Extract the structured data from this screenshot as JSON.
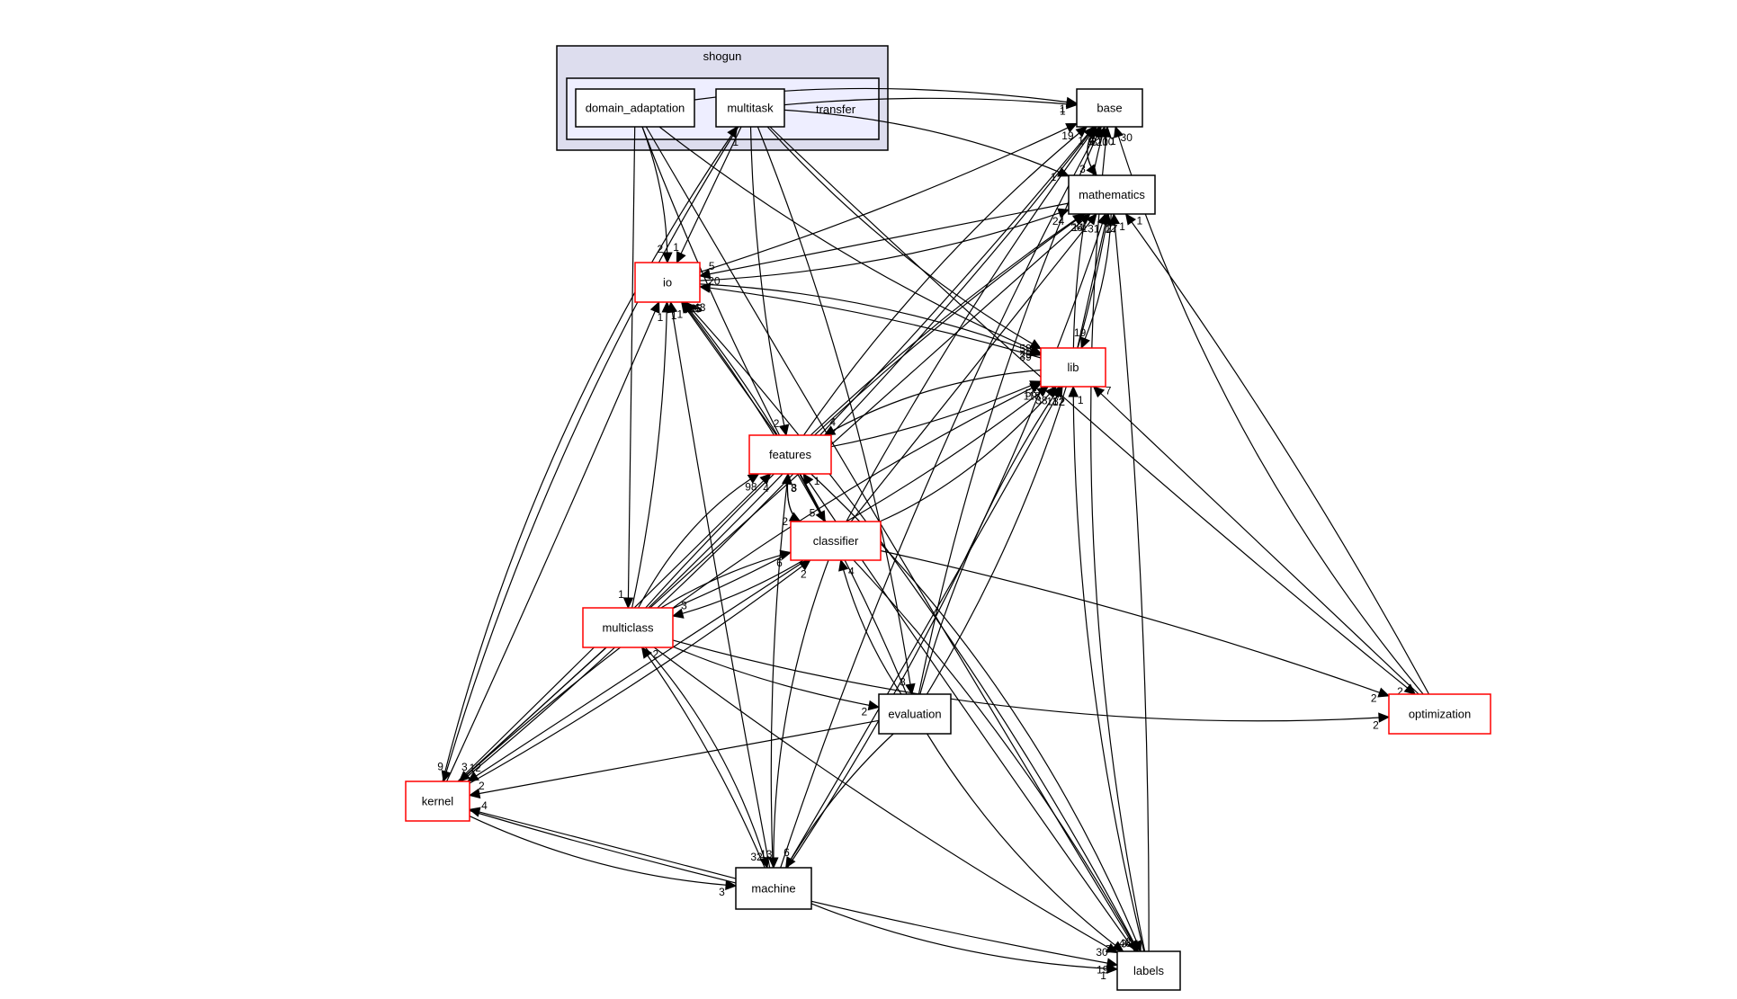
{
  "graph": {
    "outer_cluster_label": "shogun",
    "inner_cluster_label": "transfer",
    "nodes": {
      "domain_adaptation": {
        "label": "domain_adaptation",
        "border": "black"
      },
      "multitask": {
        "label": "multitask",
        "border": "black"
      },
      "base": {
        "label": "base",
        "border": "black"
      },
      "mathematics": {
        "label": "mathematics",
        "border": "black"
      },
      "io": {
        "label": "io",
        "border": "red"
      },
      "lib": {
        "label": "lib",
        "border": "red"
      },
      "features": {
        "label": "features",
        "border": "red"
      },
      "classifier": {
        "label": "classifier",
        "border": "red"
      },
      "multiclass": {
        "label": "multiclass",
        "border": "red"
      },
      "evaluation": {
        "label": "evaluation",
        "border": "black"
      },
      "optimization": {
        "label": "optimization",
        "border": "red"
      },
      "kernel": {
        "label": "kernel",
        "border": "red"
      },
      "machine": {
        "label": "machine",
        "border": "black"
      },
      "labels": {
        "label": "labels",
        "border": "black"
      }
    },
    "edges": [
      {
        "from": "domain_adaptation",
        "to": "base",
        "label": "1"
      },
      {
        "from": "domain_adaptation",
        "to": "io",
        "label": "2"
      },
      {
        "from": "domain_adaptation",
        "to": "multiclass",
        "label": "1"
      },
      {
        "from": "domain_adaptation",
        "to": "classifier",
        "label": "5"
      },
      {
        "from": "domain_adaptation",
        "to": "lib",
        "label": "29"
      },
      {
        "from": "domain_adaptation",
        "to": "labels",
        "label": "3"
      },
      {
        "from": "multitask",
        "to": "base",
        "label": "1"
      },
      {
        "from": "multitask",
        "to": "io",
        "label": "1"
      },
      {
        "from": "multitask",
        "to": "features",
        "label": "2"
      },
      {
        "from": "multitask",
        "to": "lib",
        "label": "59"
      },
      {
        "from": "multitask",
        "to": "mathematics",
        "label": "1"
      },
      {
        "from": "multitask",
        "to": "optimization",
        "label": "2"
      },
      {
        "from": "multitask",
        "to": "evaluation",
        "label": "3"
      },
      {
        "from": "multitask",
        "to": "kernel",
        "label": "9"
      },
      {
        "from": "base",
        "to": "mathematics",
        "label": "3"
      },
      {
        "from": "mathematics",
        "to": "base",
        "label": "8"
      },
      {
        "from": "mathematics",
        "to": "lib",
        "label": "19"
      },
      {
        "from": "mathematics",
        "to": "io",
        "label": "5"
      },
      {
        "from": "io",
        "to": "base",
        "label": "19"
      },
      {
        "from": "io",
        "to": "mathematics",
        "label": "24"
      },
      {
        "from": "io",
        "to": "lib",
        "label": "39"
      },
      {
        "from": "lib",
        "to": "base",
        "label": "10"
      },
      {
        "from": "lib",
        "to": "mathematics",
        "label": "27"
      },
      {
        "from": "lib",
        "to": "io",
        "label": "20"
      },
      {
        "from": "lib",
        "to": "features",
        "label": "4"
      },
      {
        "from": "features",
        "to": "base",
        "label": "1"
      },
      {
        "from": "features",
        "to": "mathematics",
        "label": "26"
      },
      {
        "from": "features",
        "to": "io",
        "label": "35"
      },
      {
        "from": "features",
        "to": "lib",
        "label": "56"
      },
      {
        "from": "features",
        "to": "classifier",
        "label": "2"
      },
      {
        "from": "features",
        "to": "labels",
        "label": "2"
      },
      {
        "from": "classifier",
        "to": "base",
        "label": "7"
      },
      {
        "from": "classifier",
        "to": "mathematics",
        "label": "31"
      },
      {
        "from": "classifier",
        "to": "io",
        "label": "6"
      },
      {
        "from": "classifier",
        "to": "lib",
        "label": "13"
      },
      {
        "from": "classifier",
        "to": "features",
        "label": "8"
      },
      {
        "from": "classifier",
        "to": "multiclass",
        "label": "3"
      },
      {
        "from": "classifier",
        "to": "kernel",
        "label": "12"
      },
      {
        "from": "classifier",
        "to": "optimization",
        "label": "2"
      },
      {
        "from": "classifier",
        "to": "machine",
        "label": "13"
      },
      {
        "from": "classifier",
        "to": "labels",
        "label": "46"
      },
      {
        "from": "multiclass",
        "to": "base",
        "label": "9"
      },
      {
        "from": "multiclass",
        "to": "mathematics",
        "label": "14"
      },
      {
        "from": "multiclass",
        "to": "io",
        "label": "1"
      },
      {
        "from": "multiclass",
        "to": "lib",
        "label": "38"
      },
      {
        "from": "multiclass",
        "to": "features",
        "label": "98"
      },
      {
        "from": "multiclass",
        "to": "classifier",
        "label": "6"
      },
      {
        "from": "multiclass",
        "to": "kernel",
        "label": "3"
      },
      {
        "from": "multiclass",
        "to": "evaluation",
        "label": "2"
      },
      {
        "from": "multiclass",
        "to": "optimization",
        "label": "2"
      },
      {
        "from": "multiclass",
        "to": "machine",
        "label": "32"
      },
      {
        "from": "multiclass",
        "to": "labels",
        "label": "30"
      },
      {
        "from": "evaluation",
        "to": "base",
        "label": "20"
      },
      {
        "from": "evaluation",
        "to": "mathematics",
        "label": "2"
      },
      {
        "from": "evaluation",
        "to": "io",
        "label": "23"
      },
      {
        "from": "evaluation",
        "to": "lib",
        "label": "12"
      },
      {
        "from": "evaluation",
        "to": "classifier",
        "label": "4"
      },
      {
        "from": "evaluation",
        "to": "kernel",
        "label": "2"
      },
      {
        "from": "evaluation",
        "to": "machine",
        "label": "6"
      },
      {
        "from": "evaluation",
        "to": "labels",
        "label": "3"
      },
      {
        "from": "optimization",
        "to": "base",
        "label": "30"
      },
      {
        "from": "optimization",
        "to": "mathematics",
        "label": "1"
      },
      {
        "from": "optimization",
        "to": "lib",
        "label": "7"
      },
      {
        "from": "kernel",
        "to": "base",
        "label": "6"
      },
      {
        "from": "kernel",
        "to": "mathematics",
        "label": "1"
      },
      {
        "from": "kernel",
        "to": "io",
        "label": "1"
      },
      {
        "from": "kernel",
        "to": "lib",
        "label": "118"
      },
      {
        "from": "kernel",
        "to": "features",
        "label": "4"
      },
      {
        "from": "kernel",
        "to": "classifier",
        "label": "2"
      },
      {
        "from": "kernel",
        "to": "machine",
        "label": "3"
      },
      {
        "from": "kernel",
        "to": "multitask",
        "label": "1"
      },
      {
        "from": "kernel",
        "to": "labels",
        "label": "19"
      },
      {
        "from": "machine",
        "to": "base",
        "label": "1"
      },
      {
        "from": "machine",
        "to": "mathematics",
        "label": "1"
      },
      {
        "from": "machine",
        "to": "io",
        "label": "1"
      },
      {
        "from": "machine",
        "to": "lib",
        "label": "2"
      },
      {
        "from": "machine",
        "to": "features",
        "label": "3"
      },
      {
        "from": "machine",
        "to": "kernel",
        "label": "4"
      },
      {
        "from": "machine",
        "to": "multiclass",
        "label": "2"
      },
      {
        "from": "machine",
        "to": "labels",
        "label": "1"
      },
      {
        "from": "labels",
        "to": "base",
        "label": "1"
      },
      {
        "from": "labels",
        "to": "mathematics",
        "label": "1"
      },
      {
        "from": "labels",
        "to": "lib",
        "label": "1"
      },
      {
        "from": "labels",
        "to": "io",
        "label": "43"
      },
      {
        "from": "labels",
        "to": "features",
        "label": "1"
      }
    ]
  }
}
